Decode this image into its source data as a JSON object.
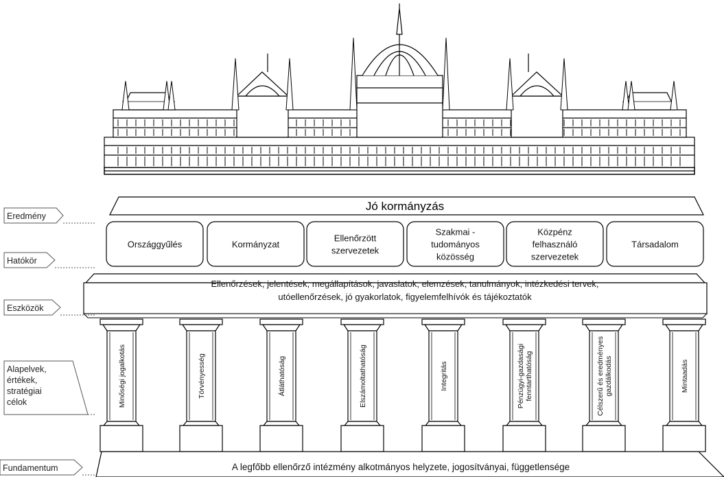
{
  "side_labels": {
    "eredmeny": "Eredmény",
    "hatokor": "Hatókör",
    "eszkozok": "Eszközök",
    "alapelvek": [
      "Alapelvek,",
      "értékek,",
      "stratégiai",
      "célok"
    ],
    "fundamentum": "Fundamentum"
  },
  "roof": {
    "title": "Jó kormányzás"
  },
  "scope_boxes": [
    {
      "lines": [
        "Országgyűlés"
      ]
    },
    {
      "lines": [
        "Kormányzat"
      ]
    },
    {
      "lines": [
        "Ellenőrzött",
        "szervezetek"
      ]
    },
    {
      "lines": [
        "Szakmai -",
        "tudományos",
        "közösség"
      ]
    },
    {
      "lines": [
        "Közpénz",
        "felhasználó",
        "szervezetek"
      ]
    },
    {
      "lines": [
        "Társadalom"
      ]
    }
  ],
  "tools": {
    "line1": "Ellenőrzések, jelentések, megállapítások, javaslatok, elemzések, tanulmányok, intézkedési tervek,",
    "line2": "utóellenőrzések, jó gyakorlatok, figyelemfelhívók és tájékoztatók"
  },
  "pillars": [
    {
      "lines": [
        "Minőségi jogalkotás"
      ]
    },
    {
      "lines": [
        "Törvényesség"
      ]
    },
    {
      "lines": [
        "Átláthatóság"
      ]
    },
    {
      "lines": [
        "Elszámoltathatóság"
      ]
    },
    {
      "lines": [
        "Integritás"
      ]
    },
    {
      "lines": [
        "Pénzügyi-gazdasági",
        "fenntarthatóság"
      ]
    },
    {
      "lines": [
        "Célszerű és eredményes",
        "gazdálkodás"
      ]
    },
    {
      "lines": [
        "Mintaadás"
      ]
    }
  ],
  "foundation": {
    "text": "A legfőbb ellenőrző intézmény alkotmányos helyzete, jogosítványai, függetlensége"
  },
  "icons": {
    "building": "parliament-building-icon"
  }
}
